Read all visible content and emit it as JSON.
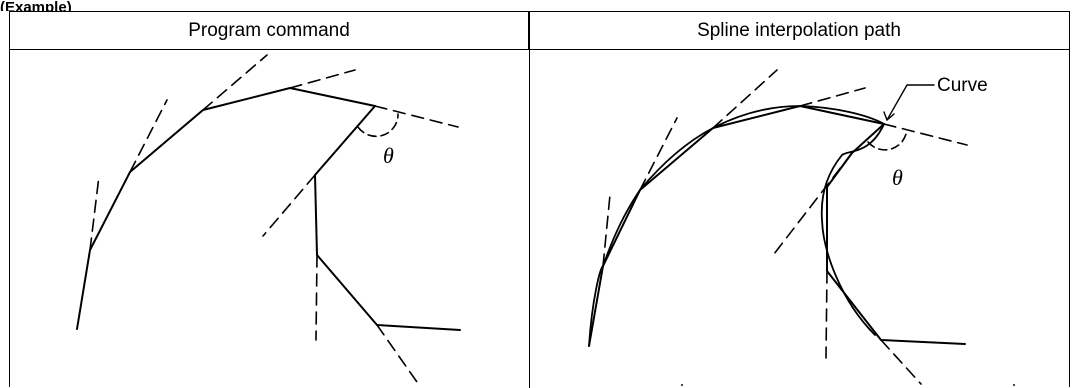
{
  "caption": "(Example)",
  "columns": [
    {
      "header": "Program command"
    },
    {
      "header": "Spline interpolation path"
    }
  ],
  "annotations": {
    "curve_label": "Curve",
    "angle_symbol": "θ"
  },
  "colors": {
    "line": "#000000",
    "background": "#ffffff"
  }
}
